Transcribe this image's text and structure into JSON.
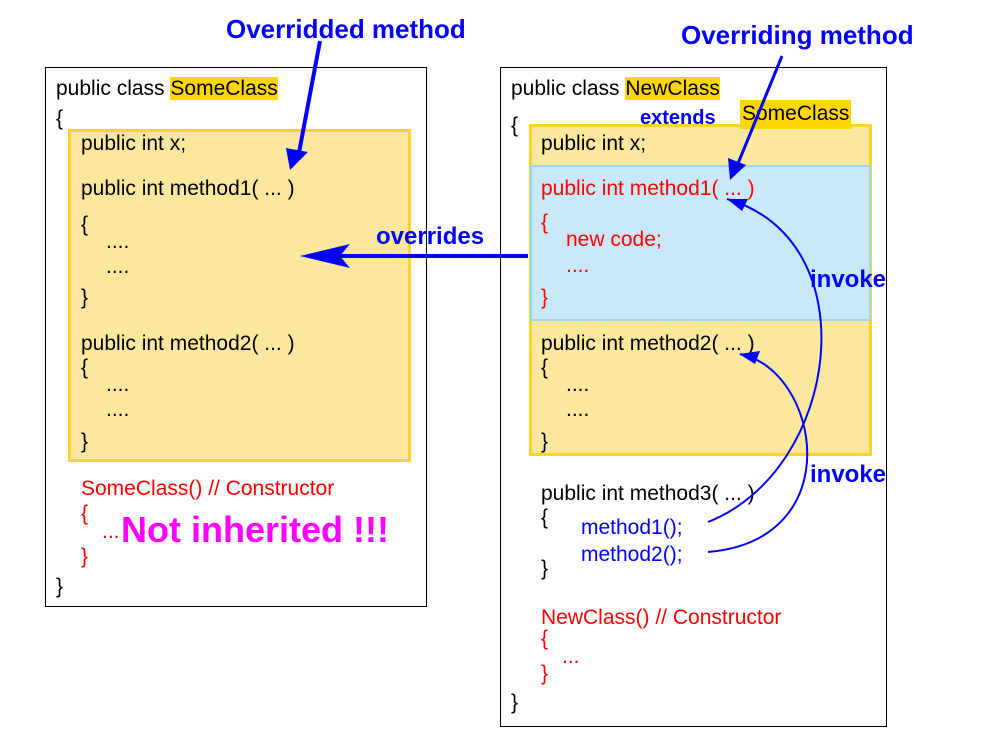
{
  "titles": {
    "overridded": "Overridded method",
    "overriding": "Overriding method"
  },
  "left": {
    "decl_prefix": "public class ",
    "class_name": "SomeClass",
    "open_brace": "{",
    "field": "public  int x;",
    "m1_sig": "public int method1( ... )",
    "m1_open": "{",
    "m1_body1": "....",
    "m1_body2": "....",
    "m1_close": "}",
    "m2_sig": "public int method2( ... )",
    "m2_open": "{",
    "m2_body1": "....",
    "m2_body2": "....",
    "m2_close": "}",
    "ctor_sig": "SomeClass() // Constructor",
    "ctor_open": "{",
    "ctor_body": "...",
    "ctor_close": "}",
    "not_inherited": "Not inherited !!!",
    "close_brace": "}"
  },
  "right": {
    "decl_prefix": "public class ",
    "class_name": "NewClass",
    "extends_kw": "extends",
    "extends_name": "SomeClass",
    "open_brace": "{",
    "field": "public  int x;",
    "m1_sig": "public int method1( ... )",
    "m1_open": "{",
    "m1_body1": "new code;",
    "m1_body2": "....",
    "m1_close": "}",
    "m2_sig": "public int method2( ... )",
    "m2_open": "{",
    "m2_body1": "....",
    "m2_body2": "....",
    "m2_close": "}",
    "m3_sig": "public int method3( ... )",
    "m3_open": "{",
    "m3_call1": "method1();",
    "m3_call2": "method2();",
    "m3_close": "}",
    "ctor_sig": "NewClass() // Constructor",
    "ctor_open": "{",
    "ctor_body": "...",
    "ctor_close": "}",
    "close_brace": "}"
  },
  "labels": {
    "overrides": "overrides",
    "invoke_1": "invoke",
    "invoke_2": "invoke"
  },
  "colors": {
    "inherited_fill": "#fce89c",
    "inherited_border": "#ffd42a",
    "override_fill": "#c9e9fb",
    "highlight": "#ffd700",
    "arrow": "#0000ff",
    "emphasis": "#ff00ff",
    "code_red": "#ff0000"
  }
}
